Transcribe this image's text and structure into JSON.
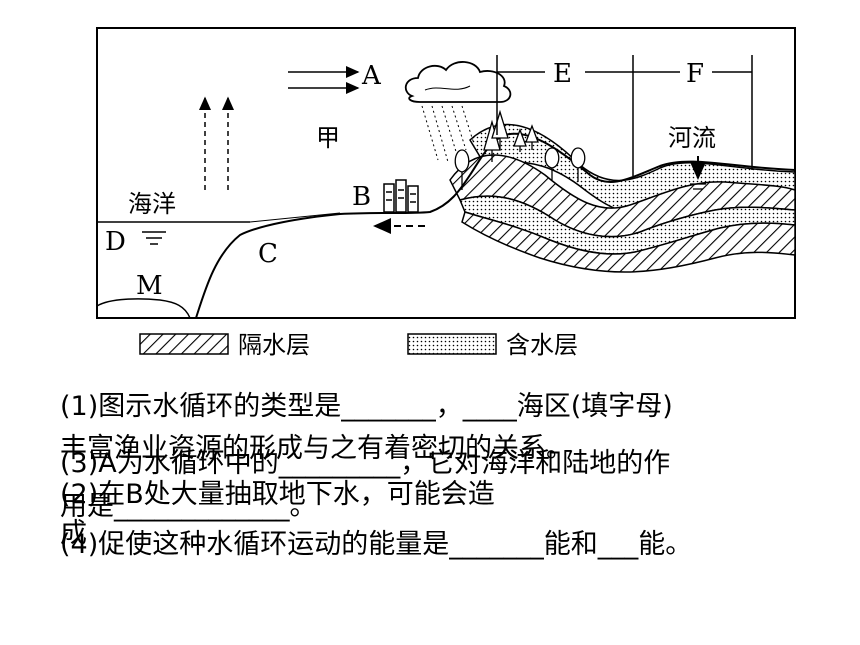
{
  "diagram": {
    "labels": {
      "A": "A",
      "B": "B",
      "C": "C",
      "D": "D",
      "E": "E",
      "F": "F",
      "M": "M",
      "jia": "甲",
      "ocean": "海洋",
      "river": "河流"
    },
    "legend": [
      {
        "pattern": "hatch",
        "label": "隔水层"
      },
      {
        "pattern": "dots",
        "label": "含水层"
      }
    ]
  },
  "questions": [
    "(1)图示水循环的类型是_______，____海区(填字母)",
    "丰富渔业资源的形成与之有着密切的关系。",
    "(3)A为水循环中的_________，它对海洋和陆地的作",
    "(2)在B处大量抽取地下水，可能会造",
    "用是_____________。",
    "成",
    "(4)促使这种水循环运动的能量是_______能和___能。"
  ]
}
